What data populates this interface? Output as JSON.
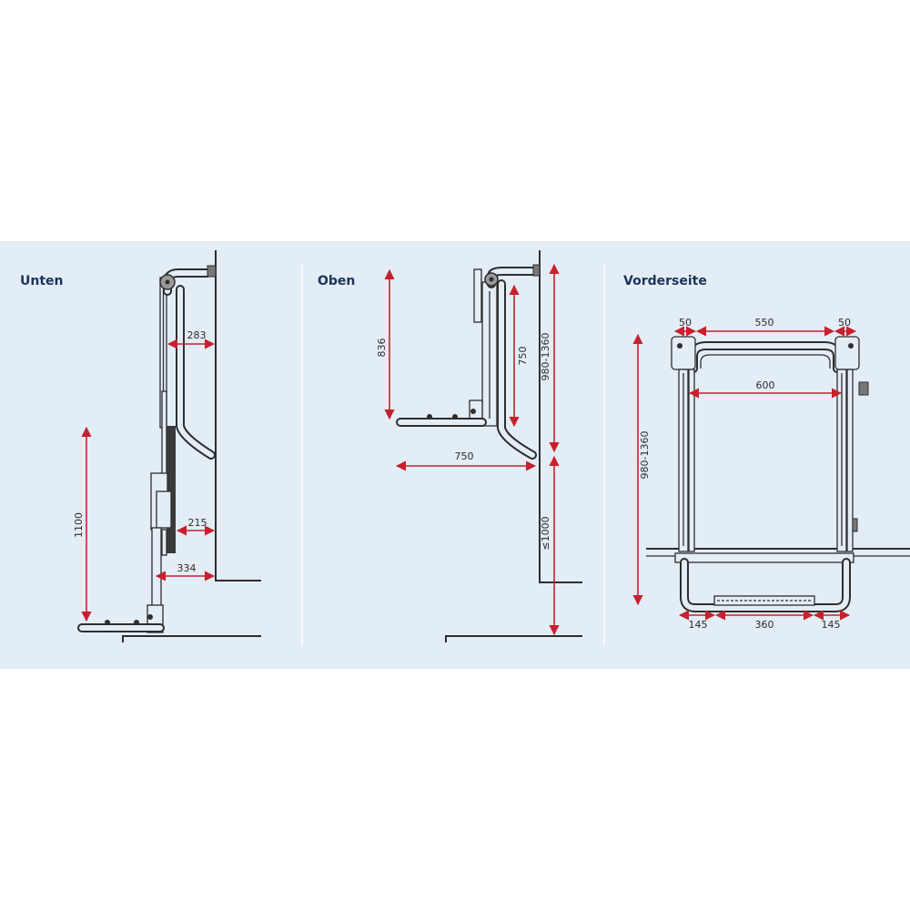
{
  "colors": {
    "band": "#e3edf6",
    "title": "#1d3358",
    "dimension_line": "#c8202d",
    "drawing": "#2e2e2e"
  },
  "panels": {
    "unten": {
      "title": "Unten",
      "dims": {
        "d283": "283",
        "d215": "215",
        "d334": "334",
        "d1100": "1100"
      }
    },
    "oben": {
      "title": "Oben",
      "dims": {
        "d836": "836",
        "d750v": "750",
        "d980": "980-1360",
        "d750h": "750",
        "d1000": "≤1000"
      }
    },
    "vorderseite": {
      "title": "Vorderseite",
      "dims": {
        "d50a": "50",
        "d550": "550",
        "d50b": "50",
        "d600": "600",
        "d980": "980-1360",
        "d145a": "145",
        "d360": "360",
        "d145b": "145"
      }
    }
  }
}
